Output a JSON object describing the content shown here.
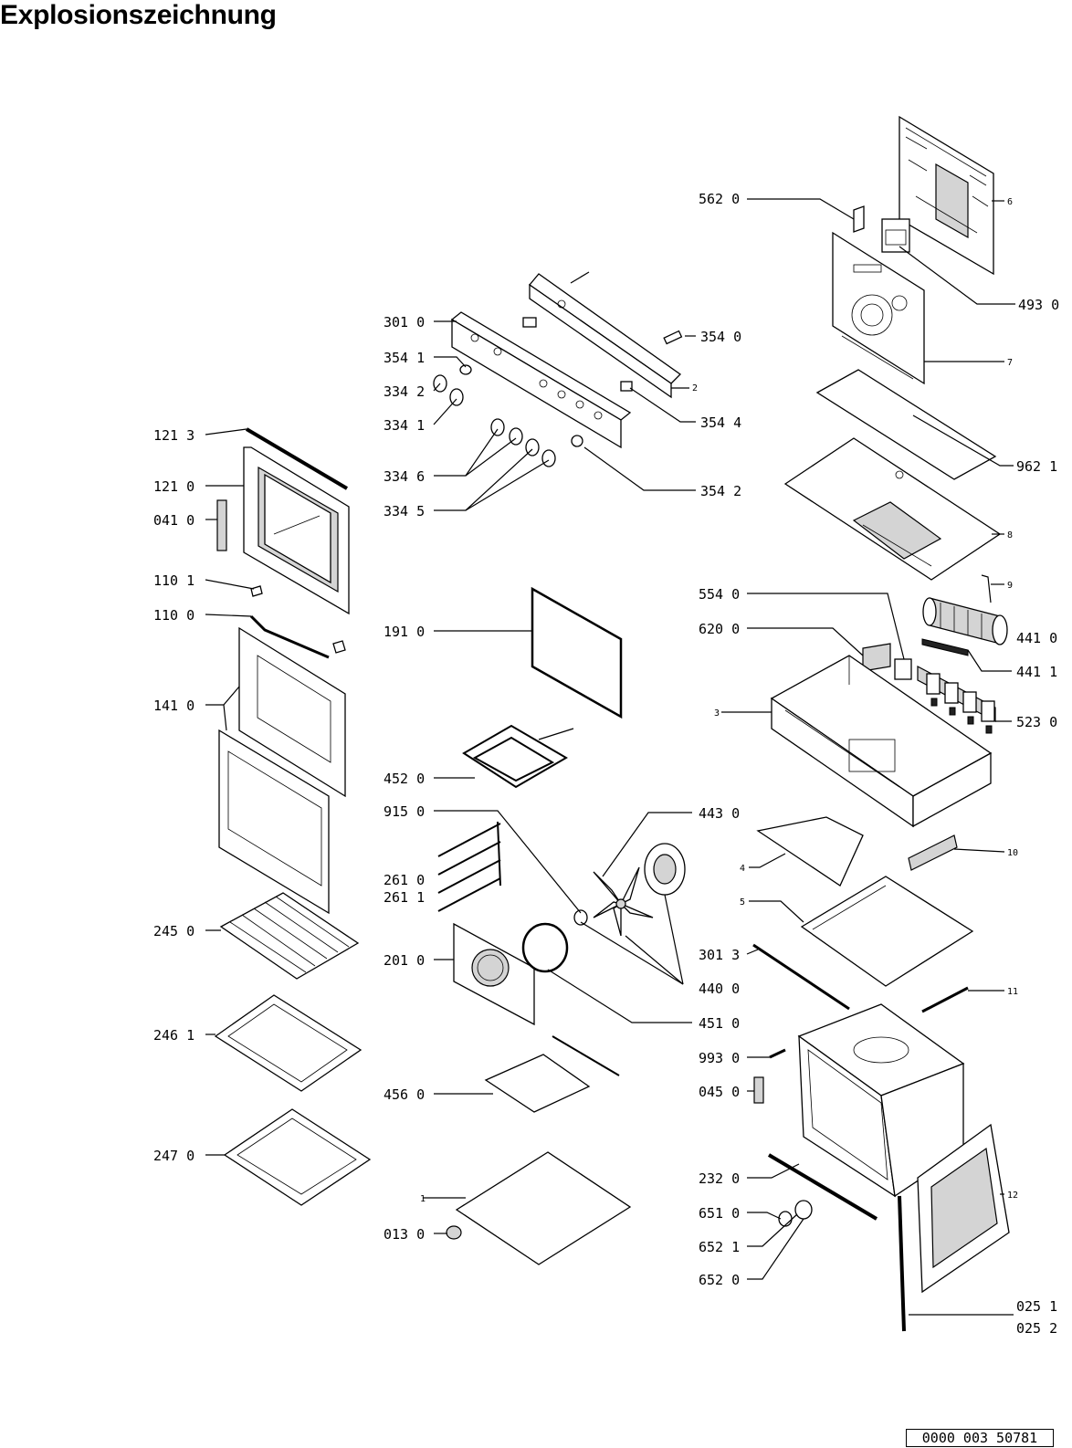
{
  "title": "Explosionszeichnung",
  "document_number": "0000 003 50781",
  "labels": {
    "l5620": "562 0",
    "l4930": "493 0",
    "l3010": "301 0",
    "l3541": "354 1",
    "l3540": "354 0",
    "l3342": "334 2",
    "l3341": "334 1",
    "l3544": "354 4",
    "l1213": "121 3",
    "l1210": "121 0",
    "l0410": "041 0",
    "l3346": "334 6",
    "l3345": "334 5",
    "l3542": "354 2",
    "l9621": "962 1",
    "l1101": "110 1",
    "l1100": "110 0",
    "l1910": "191 0",
    "l5540": "554 0",
    "l6200": "620 0",
    "l4410": "441 0",
    "l4411": "441 1",
    "l1410": "141 0",
    "l5230": "523 0",
    "l4520": "452 0",
    "l9150": "915 0",
    "l4430": "443 0",
    "l2610": "261 0",
    "l2611": "261 1",
    "l2450": "245 0",
    "l2010": "201 0",
    "l3013": "301 3",
    "l4400": "440 0",
    "l4510": "451 0",
    "l2461": "246 1",
    "l9930": "993 0",
    "l0450": "045 0",
    "l4560": "456 0",
    "l2470": "247 0",
    "l2320": "232 0",
    "l6510": "651 0",
    "l6521": "652 1",
    "l6520": "652 0",
    "l0130": "013 0",
    "l0251": "025 1",
    "l0252": "025 2"
  },
  "callouts": {
    "c1": "1",
    "c2": "2",
    "c3": "3",
    "c4": "4",
    "c5": "5",
    "c6": "6",
    "c7": "7",
    "c8": "8",
    "c9": "9",
    "c10": "10",
    "c11": "11",
    "c12": "12"
  }
}
